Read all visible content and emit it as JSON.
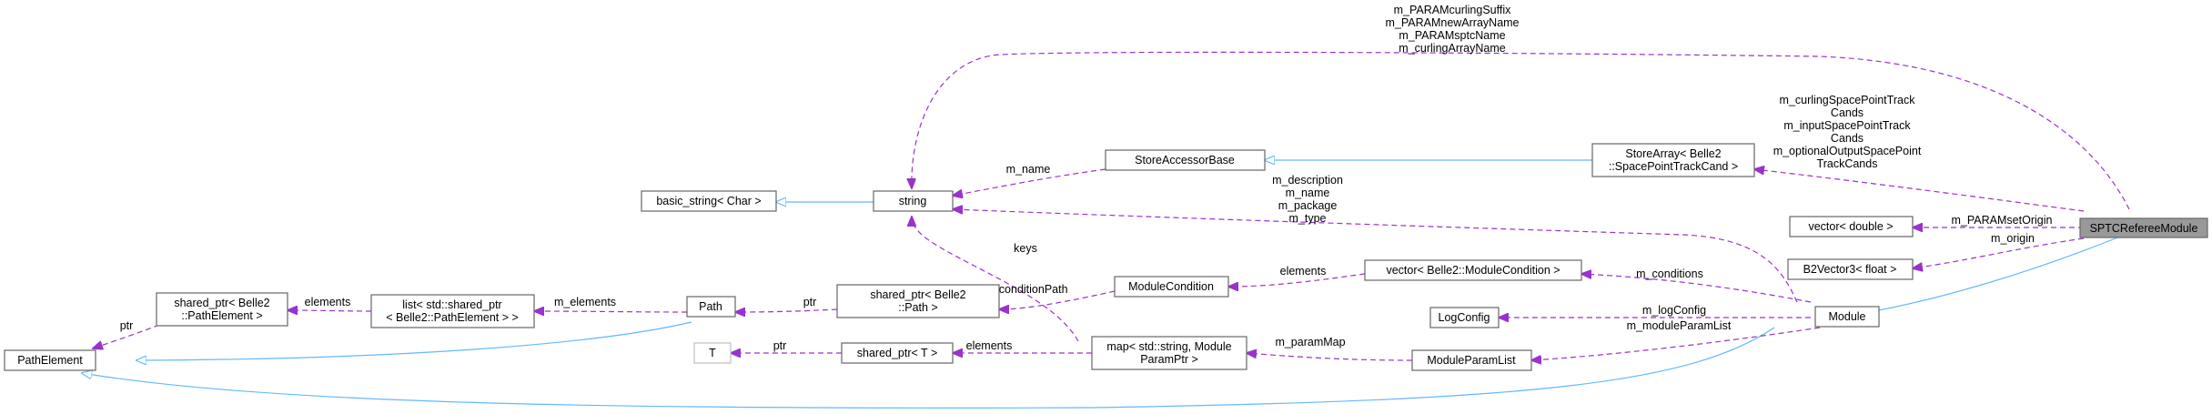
{
  "colors": {
    "inheritance": "#63b8ff",
    "member": "#9a32cd",
    "node_border": "#666666",
    "highlight_fill": "#999999"
  },
  "nodes": {
    "sptc": "SPTCRefereeModule",
    "module": "Module",
    "vector_double": "vector< double >",
    "b2vector3": "B2Vector3< float >",
    "storearray": [
      "StoreArray< Belle2",
      "::SpacePointTrackCand >"
    ],
    "storeaccessorbase": "StoreAccessorBase",
    "string": "string",
    "basic_string": "basic_string< Char >",
    "vector_modcond": "vector< Belle2::ModuleCondition >",
    "modulecondition": "ModuleCondition",
    "logconfig": "LogConfig",
    "moduleparamlist": "ModuleParamList",
    "map": [
      "map< std::string, Module",
      "ParamPtr >"
    ],
    "shared_ptr_path": [
      "shared_ptr< Belle2",
      "::Path >"
    ],
    "path": "Path",
    "list": [
      "list< std::shared_ptr",
      "< Belle2::PathElement > >"
    ],
    "shared_ptr_pathelement": [
      "shared_ptr< Belle2",
      "::PathElement >"
    ],
    "pathelement": "PathElement",
    "shared_ptr_t": "shared_ptr< T >",
    "t": "T"
  },
  "edge_labels": {
    "string_top": [
      "m_PARAMcurlingSuffix",
      "m_PARAMnewArrayName",
      "m_PARAMsptcName",
      "m_curlingArrayName"
    ],
    "storearray_members": [
      "m_curlingSpacePointTrack",
      "Cands",
      "m_inputSpacePointTrack",
      "Cands",
      "m_optionalOutputSpacePoint",
      "TrackCands"
    ],
    "param_set_origin": "m_PARAMsetOrigin",
    "origin": "m_origin",
    "name": "m_name",
    "module_strings": [
      "m_description",
      "m_name",
      "m_package",
      "m_type"
    ],
    "keys": "keys",
    "conditions": "m_conditions",
    "elements_cond": "elements",
    "condition_path": "m_conditionPath",
    "ptr_path": "ptr",
    "m_elements": "m_elements",
    "elements_list": "elements",
    "ptr_pe": "ptr",
    "log_config": "m_logConfig",
    "module_param_list": "m_moduleParamList",
    "param_map": "m_paramMap",
    "elements_map": "elements",
    "ptr_t": "ptr"
  }
}
